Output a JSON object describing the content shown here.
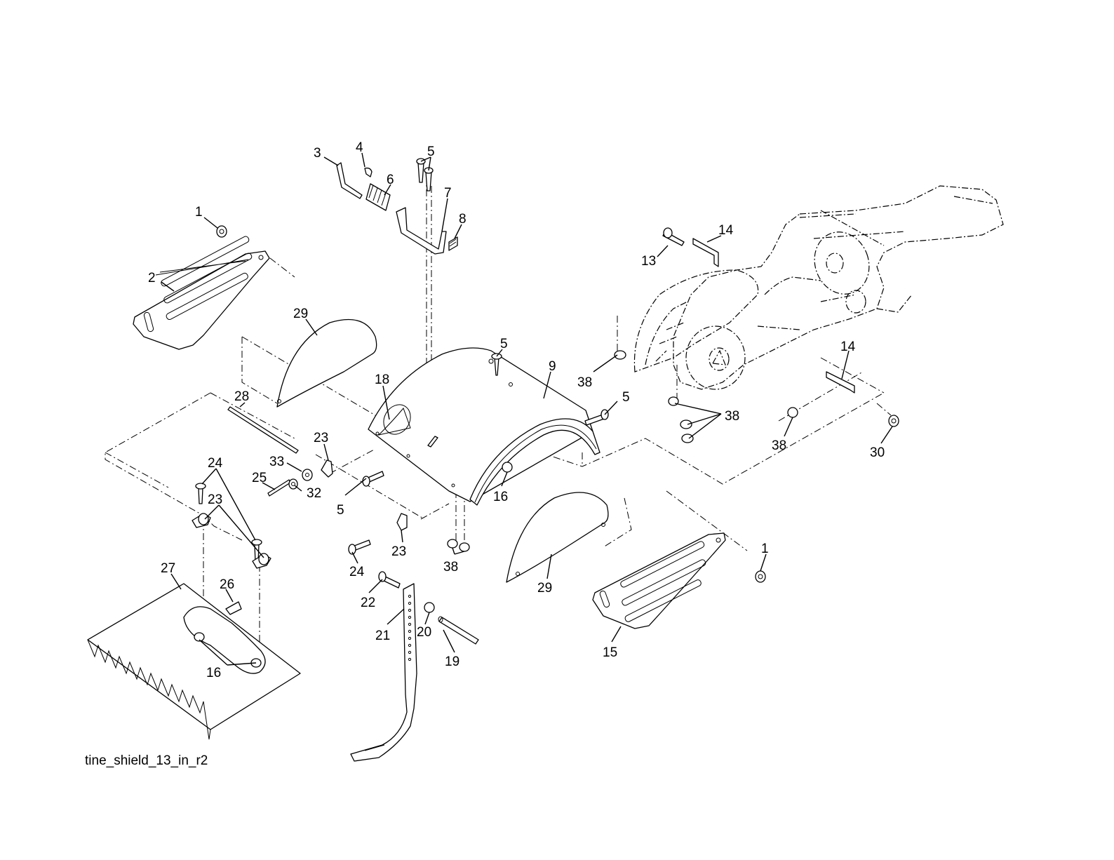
{
  "caption": "tine_shield_13_in_r2",
  "callouts": [
    {
      "label": "1"
    },
    {
      "label": "2"
    },
    {
      "label": "3"
    },
    {
      "label": "4"
    },
    {
      "label": "5"
    },
    {
      "label": "6"
    },
    {
      "label": "7"
    },
    {
      "label": "8"
    },
    {
      "label": "29"
    },
    {
      "label": "5"
    },
    {
      "label": "9"
    },
    {
      "label": "18"
    },
    {
      "label": "28"
    },
    {
      "label": "23"
    },
    {
      "label": "24"
    },
    {
      "label": "33"
    },
    {
      "label": "25"
    },
    {
      "label": "32"
    },
    {
      "label": "23"
    },
    {
      "label": "5"
    },
    {
      "label": "5"
    },
    {
      "label": "16"
    },
    {
      "label": "23"
    },
    {
      "label": "24"
    },
    {
      "label": "38"
    },
    {
      "label": "27"
    },
    {
      "label": "26"
    },
    {
      "label": "22"
    },
    {
      "label": "21"
    },
    {
      "label": "20"
    },
    {
      "label": "19"
    },
    {
      "label": "16"
    },
    {
      "label": "29"
    },
    {
      "label": "15"
    },
    {
      "label": "1"
    },
    {
      "label": "13"
    },
    {
      "label": "14"
    },
    {
      "label": "38"
    },
    {
      "label": "38"
    },
    {
      "label": "14"
    },
    {
      "label": "38"
    },
    {
      "label": "30"
    }
  ]
}
